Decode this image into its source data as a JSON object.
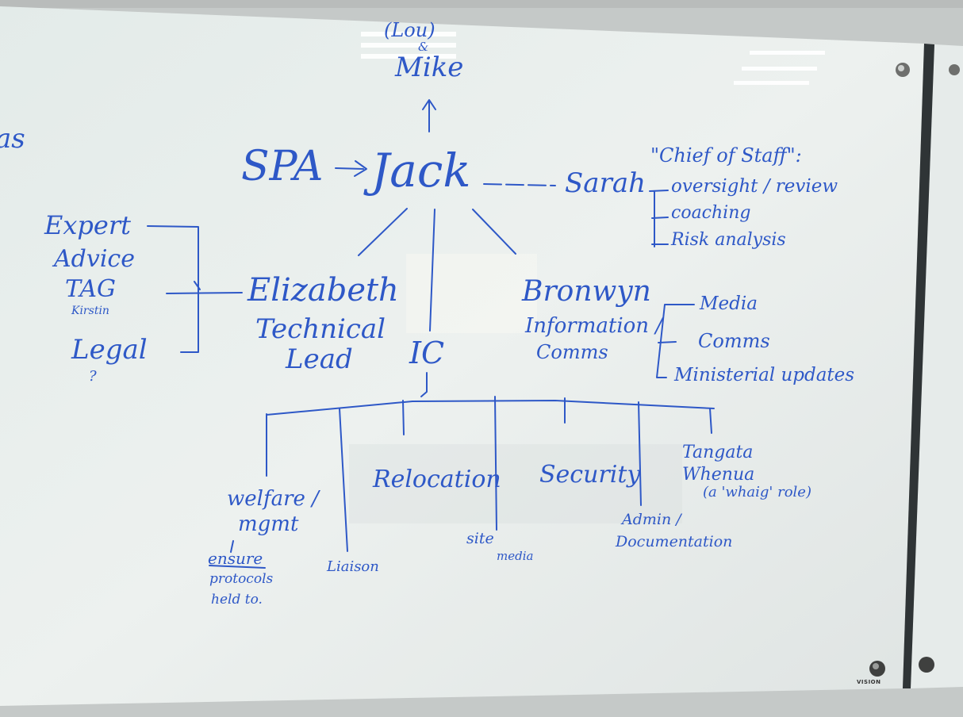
{
  "whiteboard": {
    "edge_text": "as",
    "top": {
      "top_label": "(Lou)",
      "top_amp": "&",
      "top_name": "Mike"
    },
    "root": {
      "spa": "SPA",
      "jack": "Jack",
      "sarah": "Sarah"
    },
    "chief_of_staff": {
      "title": "\"Chief of Staff\":",
      "items": [
        "oversight / review",
        "coaching",
        "Risk analysis"
      ]
    },
    "left_group": {
      "items": [
        "Expert",
        "Advice",
        "TAG",
        "Kirstin",
        "Legal",
        "?"
      ]
    },
    "elizabeth": {
      "name": "Elizabeth",
      "role_line1": "Technical",
      "role_line2": "Lead"
    },
    "bronwyn": {
      "name": "Bronwyn",
      "role_line1": "Information /",
      "role_line2": "Comms"
    },
    "bronwyn_items": [
      "Media",
      "Comms",
      "Ministerial updates"
    ],
    "ic": {
      "label": "IC"
    },
    "branches": {
      "welfare": {
        "line1": "welfare /",
        "line2": "mgmt",
        "note1": "ensure",
        "note2": "protocols",
        "note3": "held to."
      },
      "liaison": "Liaison",
      "relocation": "Relocation",
      "site_media": {
        "line1": "site",
        "line2": "media"
      },
      "security": "Security",
      "admin": {
        "line1": "Admin /",
        "line2": "Documentation"
      },
      "tangata": {
        "line1": "Tangata",
        "line2": "Whenua",
        "note": "(a 'whaig' role)"
      }
    },
    "brand": "VISION"
  },
  "colors": {
    "ink": "#2e58c7",
    "board": "#e9eeec",
    "frame": "#c9cccd"
  }
}
